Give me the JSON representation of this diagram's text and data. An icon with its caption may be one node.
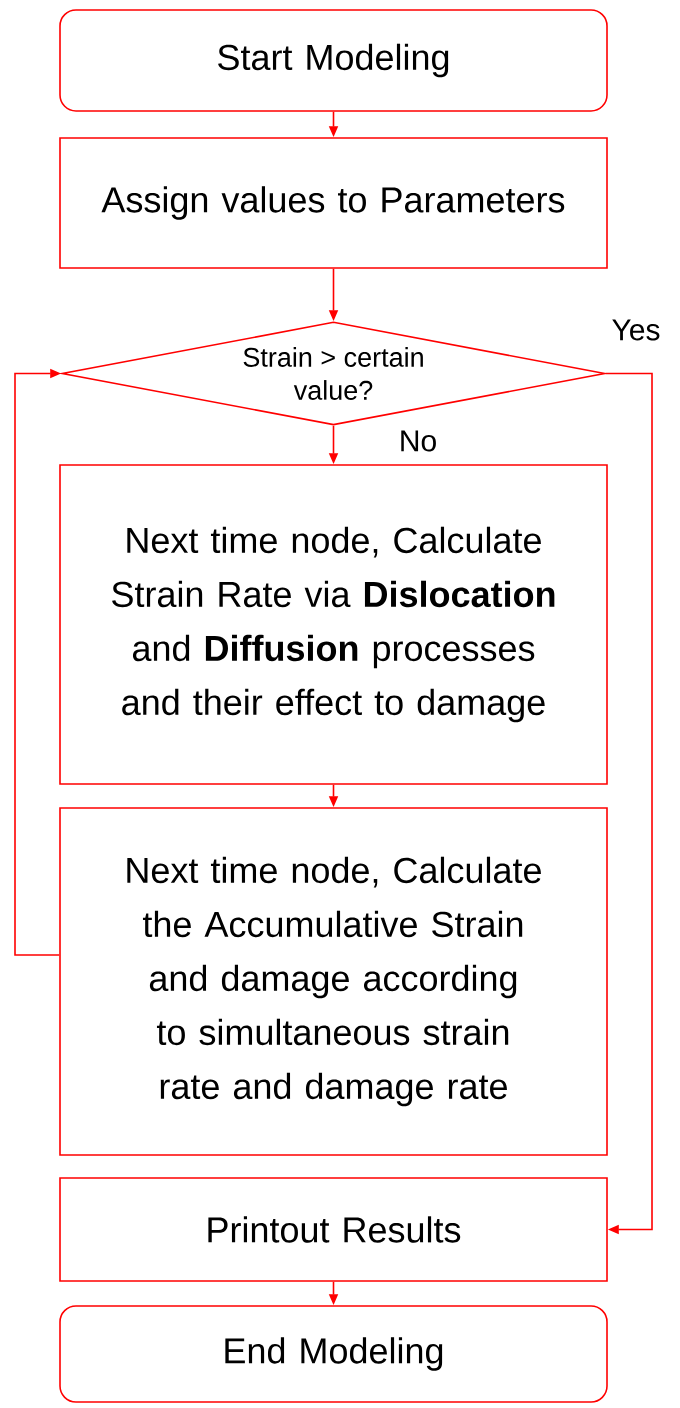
{
  "diagram": {
    "nodes": [
      {
        "text": [
          "Start Modeling"
        ]
      },
      {
        "text": [
          "Assign values to Parameters"
        ]
      },
      {
        "text": [
          "Strain > certain value?"
        ]
      },
      {
        "text": [
          "Next time node, Calculate Strain Rate via **Dislocation** and **Diffusion** processes and their effect to damage"
        ]
      },
      {
        "text": [
          "Next time node, Calculate the Accumulative Strain and damage according to simultaneous strain rate and damage rate"
        ]
      },
      {
        "text": [
          "Printout Results"
        ]
      },
      {
        "text": [
          "End Modeling"
        ]
      }
    ],
    "edges": [
      {
        "from": 0,
        "to": 1,
        "arrow": "to"
      },
      {
        "from": 1,
        "to": 2,
        "arrow": "to"
      },
      {
        "from": 2,
        "to": 3,
        "arrow": "to",
        "label": "No"
      },
      {
        "from": 3,
        "to": 4,
        "arrow": "to"
      },
      {
        "from": 4,
        "to": 2,
        "arrow": "to"
      },
      {
        "from": 2,
        "to": 5,
        "arrow": "to",
        "label": "Yes"
      },
      {
        "from": 5,
        "to": 6,
        "arrow": "to"
      }
    ]
  }
}
